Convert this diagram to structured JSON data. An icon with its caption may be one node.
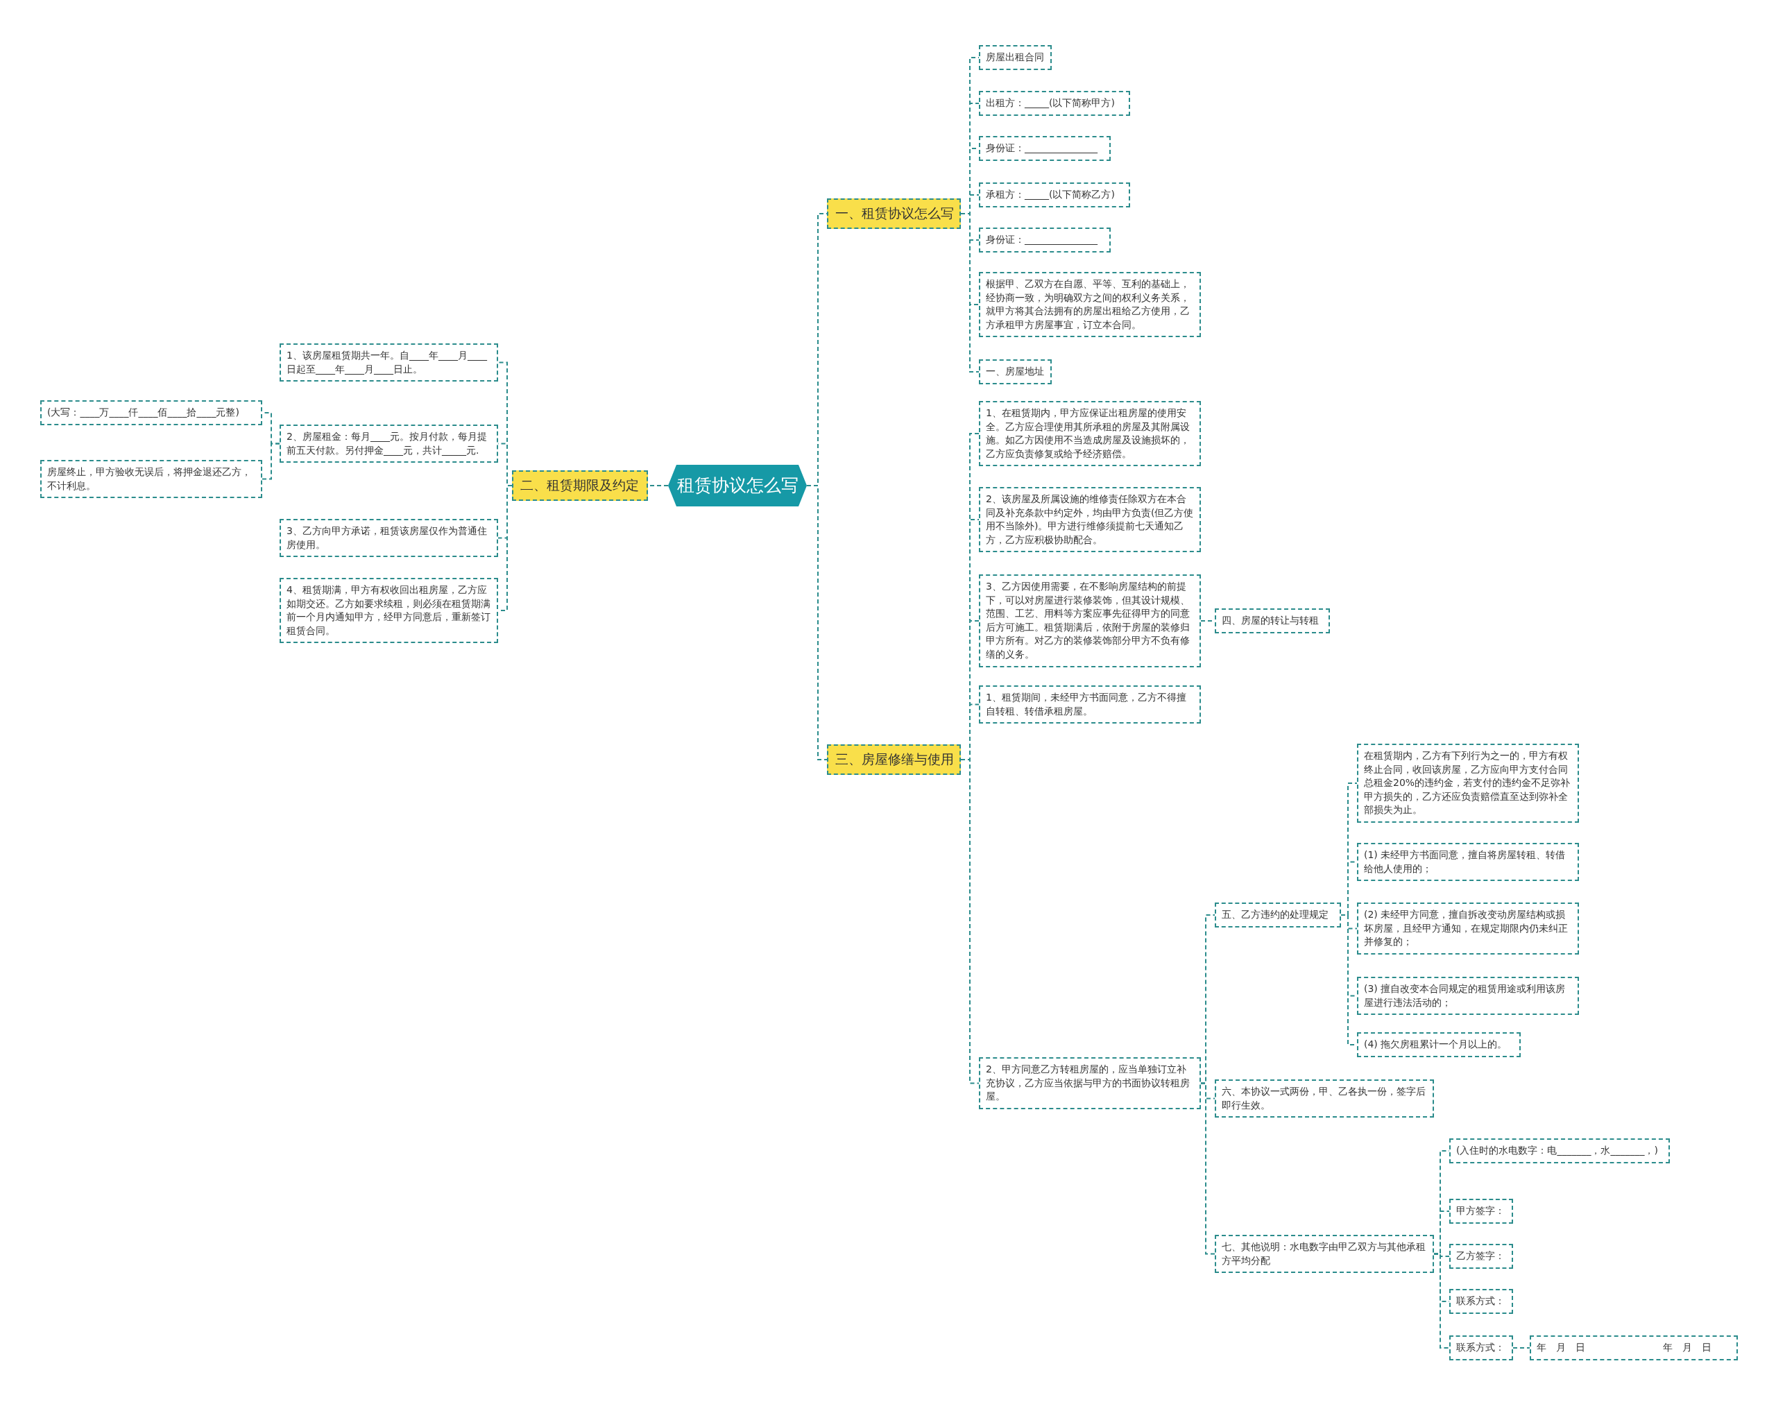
{
  "diagram": {
    "nodes": [
      {
        "text": [
          "租赁协议怎么写"
        ]
      },
      {
        "text": [
          "一、租赁协议怎么写"
        ]
      },
      {
        "text": [
          "房屋出租合同"
        ]
      },
      {
        "text": [
          "出租方：_____(以下简称甲方)"
        ]
      },
      {
        "text": [
          "身份证：_______________"
        ]
      },
      {
        "text": [
          "承租方：_____(以下简称乙方)"
        ]
      },
      {
        "text": [
          "身份证：_______________"
        ]
      },
      {
        "text": [
          "根据甲、乙双方在自愿、平等、互利的基础上，经协商一致，为明确双方之间的权利义务关系，就甲方将其合法拥有的房屋出租给乙方使用，乙方承租甲方房屋事宜，订立本合同。"
        ]
      },
      {
        "text": [
          "一、房屋地址"
        ]
      },
      {
        "text": [
          "二、租赁期限及约定"
        ]
      },
      {
        "text": [
          "1、该房屋租赁期共一年。自____年____月____日起至____年____月____日止。"
        ]
      },
      {
        "text": [
          "2、房屋租金：每月____元。按月付款，每月提前五天付款。另付押金____元，共计_____元."
        ]
      },
      {
        "text": [
          "(大写：____万____仟____佰____拾____元整)"
        ]
      },
      {
        "text": [
          "房屋终止，甲方验收无误后，将押金退还乙方，不计利息。"
        ]
      },
      {
        "text": [
          "3、乙方向甲方承诺，租赁该房屋仅作为普通住房使用。"
        ]
      },
      {
        "text": [
          "4、租赁期满，甲方有权收回出租房屋，乙方应如期交还。乙方如要求续租，则必须在租赁期满前一个月内通知甲方，经甲方同意后，重新签订租赁合同。"
        ]
      },
      {
        "text": [
          "三、房屋修缮与使用"
        ]
      },
      {
        "text": [
          "1、在租赁期内，甲方应保证出租房屋的使用安全。乙方应合理使用其所承租的房屋及其附属设施。如乙方因使用不当造成房屋及设施损坏的，乙方应负责修复或给予经济赔偿。"
        ]
      },
      {
        "text": [
          "2、该房屋及所属设施的维修责任除双方在本合同及补充条款中约定外，均由甲方负责(但乙方使用不当除外)。甲方进行维修须提前七天通知乙方，乙方应积极协助配合。"
        ]
      },
      {
        "text": [
          "3、乙方因使用需要，在不影响房屋结构的前提下，可以对房屋进行装修装饰，但其设计规模、范围、工艺、用料等方案应事先征得甲方的同意后方可施工。租赁期满后，依附于房屋的装修归甲方所有。对乙方的装修装饰部分甲方不负有修缮的义务。"
        ]
      },
      {
        "text": [
          "四、房屋的转让与转租"
        ]
      },
      {
        "text": [
          "1、租赁期间，未经甲方书面同意，乙方不得擅自转租、转借承租房屋。"
        ]
      },
      {
        "text": [
          "2、甲方同意乙方转租房屋的，应当单独订立补充协议，乙方应当依据与甲方的书面协议转租房屋。"
        ]
      },
      {
        "text": [
          "五、乙方违约的处理规定"
        ]
      },
      {
        "text": [
          "在租赁期内，乙方有下列行为之一的，甲方有权终止合同，收回该房屋，乙方应向甲方支付合同总租金20%的违约金，若支付的违约金不足弥补甲方损失的，乙方还应负责赔偿直至达到弥补全部损失为止。"
        ]
      },
      {
        "text": [
          "(1) 未经甲方书面同意，擅自将房屋转租、转借给他人使用的；"
        ]
      },
      {
        "text": [
          "(2) 未经甲方同意，擅自拆改变动房屋结构或损坏房屋，且经甲方通知，在规定期限内仍未纠正并修复的；"
        ]
      },
      {
        "text": [
          "(3) 擅自改变本合同规定的租赁用途或利用该房屋进行违法活动的；"
        ]
      },
      {
        "text": [
          "(4) 拖欠房租累计一个月以上的。"
        ]
      },
      {
        "text": [
          "六、本协议一式两份，甲、乙各执一份，签字后即行生效。"
        ]
      },
      {
        "text": [
          "七、其他说明：水电数字由甲乙双方与其他承租方平均分配"
        ]
      },
      {
        "text": [
          "(入住时的水电数字：电_______，水_______，)"
        ]
      },
      {
        "text": [
          "甲方签字："
        ]
      },
      {
        "text": [
          "乙方签字："
        ]
      },
      {
        "text": [
          "联系方式："
        ]
      },
      {
        "text": [
          "联系方式："
        ]
      },
      {
        "text": [
          "年　月　日　　　　　　　　年　月　日"
        ]
      }
    ],
    "edges": [
      {
        "from": 0,
        "to": 1,
        "arrow": "none"
      },
      {
        "from": 1,
        "to": 2,
        "arrow": "none"
      },
      {
        "from": 1,
        "to": 3,
        "arrow": "none"
      },
      {
        "from": 1,
        "to": 4,
        "arrow": "none"
      },
      {
        "from": 1,
        "to": 5,
        "arrow": "none"
      },
      {
        "from": 1,
        "to": 6,
        "arrow": "none"
      },
      {
        "from": 1,
        "to": 7,
        "arrow": "none"
      },
      {
        "from": 1,
        "to": 8,
        "arrow": "none"
      },
      {
        "from": 0,
        "to": 9,
        "arrow": "none"
      },
      {
        "from": 9,
        "to": 10,
        "arrow": "none"
      },
      {
        "from": 9,
        "to": 11,
        "arrow": "none"
      },
      {
        "from": 11,
        "to": 12,
        "arrow": "none"
      },
      {
        "from": 11,
        "to": 13,
        "arrow": "none"
      },
      {
        "from": 9,
        "to": 14,
        "arrow": "none"
      },
      {
        "from": 9,
        "to": 15,
        "arrow": "none"
      },
      {
        "from": 0,
        "to": 16,
        "arrow": "none"
      },
      {
        "from": 16,
        "to": 17,
        "arrow": "none"
      },
      {
        "from": 16,
        "to": 18,
        "arrow": "none"
      },
      {
        "from": 16,
        "to": 19,
        "arrow": "none"
      },
      {
        "from": 19,
        "to": 20,
        "arrow": "none"
      },
      {
        "from": 16,
        "to": 21,
        "arrow": "none"
      },
      {
        "from": 16,
        "to": 22,
        "arrow": "none"
      },
      {
        "from": 22,
        "to": 23,
        "arrow": "none"
      },
      {
        "from": 23,
        "to": 24,
        "arrow": "none"
      },
      {
        "from": 23,
        "to": 25,
        "arrow": "none"
      },
      {
        "from": 23,
        "to": 26,
        "arrow": "none"
      },
      {
        "from": 23,
        "to": 27,
        "arrow": "none"
      },
      {
        "from": 23,
        "to": 28,
        "arrow": "none"
      },
      {
        "from": 22,
        "to": 29,
        "arrow": "none"
      },
      {
        "from": 22,
        "to": 30,
        "arrow": "none"
      },
      {
        "from": 30,
        "to": 31,
        "arrow": "none"
      },
      {
        "from": 30,
        "to": 32,
        "arrow": "none"
      },
      {
        "from": 30,
        "to": 33,
        "arrow": "none"
      },
      {
        "from": 30,
        "to": 34,
        "arrow": "none"
      },
      {
        "from": 30,
        "to": 35,
        "arrow": "none"
      },
      {
        "from": 35,
        "to": 36,
        "arrow": "none"
      }
    ]
  }
}
